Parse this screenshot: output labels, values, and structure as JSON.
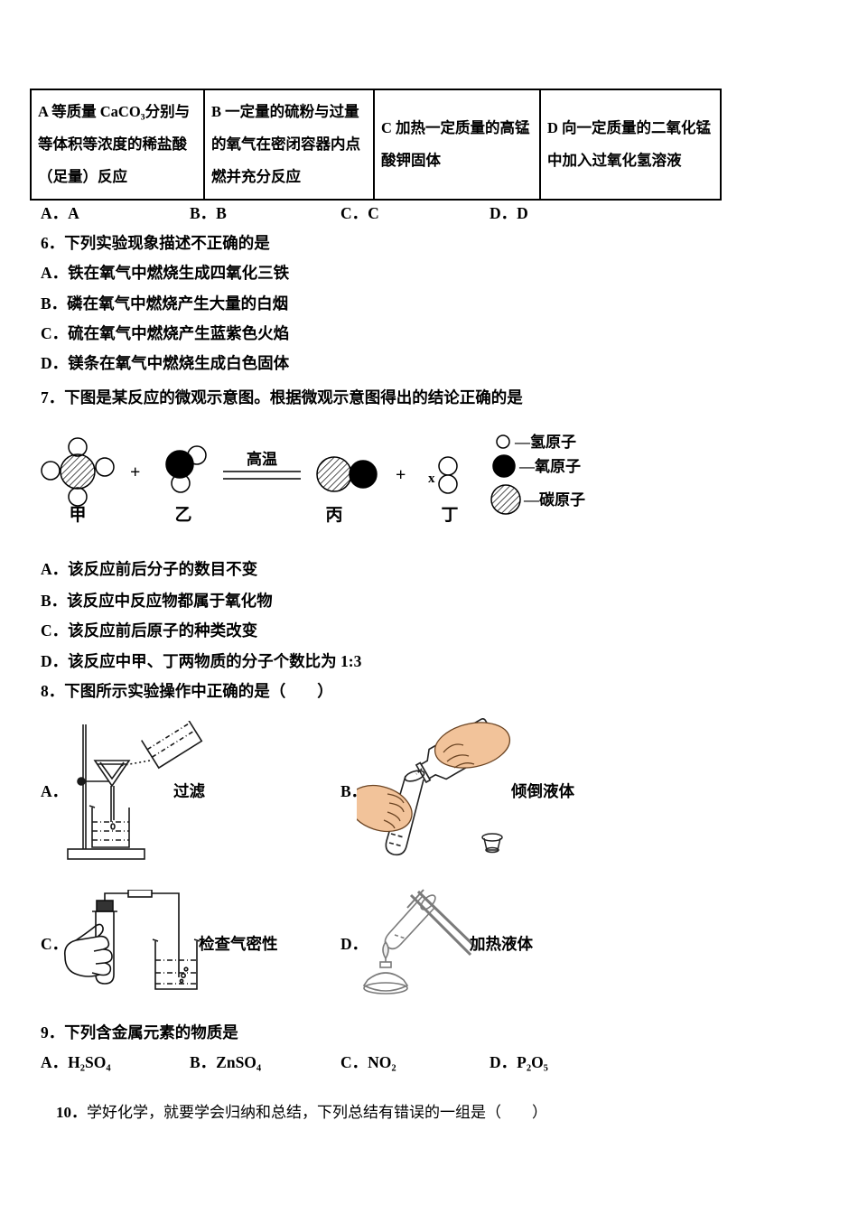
{
  "colors": {
    "text": "#000000",
    "background": "#ffffff",
    "hand_skin": "#f2c39a",
    "figure_gray": "#7a7a7a"
  },
  "comparison_table": {
    "cells": [
      "A 等质量 CaCO₃分别与等体积等浓度的稀盐酸（足量）反应",
      "B 一定量的硫粉与过量的氧气在密闭容器内点燃并充分反应",
      "C 加热一定质量的高锰酸钾固体",
      "D 向一定质量的二氧化锰中加入过氧化氢溶液"
    ]
  },
  "answer_row": {
    "options": [
      "A．A",
      "B．B",
      "C．C",
      "D．D"
    ]
  },
  "q6": {
    "stem": "6．下列实验现象描述不正确的是",
    "options": [
      "A．铁在氧气中燃烧生成四氧化三铁",
      "B．磷在氧气中燃烧产生大量的白烟",
      "C．硫在氧气中燃烧产生蓝紫色火焰",
      "D．镁条在氧气中燃烧生成白色固体"
    ]
  },
  "q7": {
    "stem": "7．下图是某反应的微观示意图。根据微观示意图得出的结论正确的是",
    "diagram": {
      "plus_1": "+",
      "plus_2": "+",
      "condition": "高温",
      "coefficient": "x",
      "label_jia": "甲",
      "label_yi": "乙",
      "label_bing": "丙",
      "label_ding": "丁",
      "legend": [
        {
          "atom": "hydrogen-atom",
          "label": "—氢原子"
        },
        {
          "atom": "oxygen-atom",
          "label": "—氧原子"
        },
        {
          "atom": "carbon-atom",
          "label": "—碳原子"
        }
      ]
    },
    "options": [
      "A．该反应前后分子的数目不变",
      "B．该反应中反应物都属于氧化物",
      "C．该反应前后原子的种类改变",
      "D．该反应中甲、丁两物质的分子个数比为 1:3"
    ]
  },
  "q8": {
    "stem": "8．下图所示实验操作中正确的是（　　）",
    "items": [
      {
        "letter": "A．",
        "caption": "过滤"
      },
      {
        "letter": "B．",
        "caption": "倾倒液体"
      },
      {
        "letter": "C．",
        "caption": "检查气密性"
      },
      {
        "letter": "D．",
        "caption": "加热液体"
      }
    ]
  },
  "q9": {
    "stem": "9．下列含金属元素的物质是",
    "options": [
      "A．H₂SO₄",
      "B．ZnSO₄",
      "C．NO₂",
      "D．P₂O₅"
    ]
  },
  "q10": {
    "number": "10．",
    "stem": "学好化学，就要学会归纳和总结，下列总结有错误的一组是（　　）"
  }
}
